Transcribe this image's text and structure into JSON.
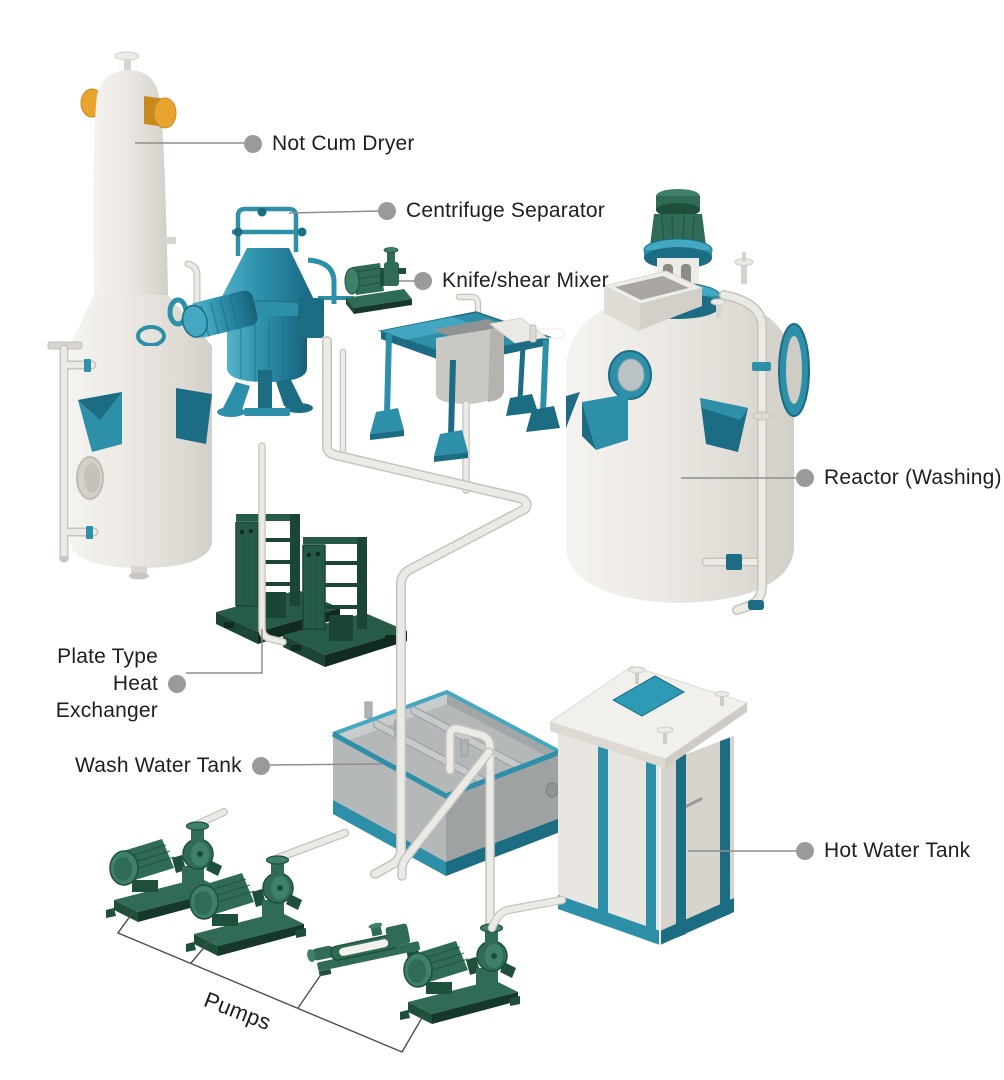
{
  "diagram": {
    "kind": "process-equipment-overview",
    "background": "#FFFFFF"
  },
  "labels": {
    "dryer": "Not Cum Dryer",
    "centrifuge_separator": "Centrifuge Separator",
    "knife_shear_mixer": "Knife/shear Mixer",
    "reactor": "Reactor (Washing)",
    "plate_heat_exchanger": {
      "line1": "Plate Type",
      "line2": "Heat Exchanger"
    },
    "wash_water_tank": "Wash Water Tank",
    "hot_water_tank": "Hot Water Tank",
    "pumps": "Pumps"
  },
  "colors": {
    "teal": "#2E8FA9",
    "teal_light": "#45A8C2",
    "teal_dark": "#1C6C84",
    "green": "#2F6B55",
    "green_light": "#3F8168",
    "green_dark": "#1E4F3B",
    "green_deep": "#15382B",
    "hx_green": "#265B48",
    "hx_green_dark": "#1B4536",
    "hx_green_deep": "#112B21",
    "vessel_white": "#EDEBE6",
    "vessel_shadow": "#D8D5CF",
    "tank_gray": "#B4B8B9",
    "tank_gray_dark": "#9EA2A3",
    "pipe_white": "#ECEAE5",
    "pipe_outline": "#C7C4BE",
    "cap_yellow": "#E9A42F",
    "cap_yellow_dark": "#C98A1D",
    "label_text": "#1E1E1C",
    "label_dot": "#9A9A98",
    "leader_line": "#8E8E8C",
    "bracket_line": "#4D4D4B"
  }
}
